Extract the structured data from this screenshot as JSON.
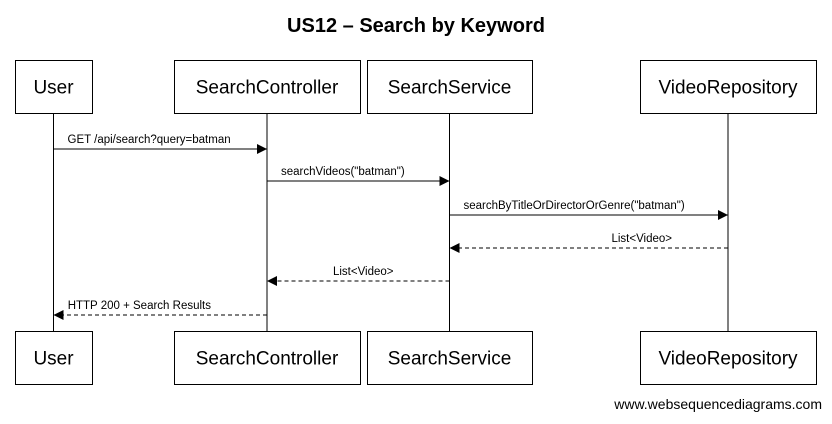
{
  "title": "US12 – Search by Keyword",
  "footer": "www.websequencediagrams.com",
  "participants": [
    {
      "id": "user",
      "label": "User"
    },
    {
      "id": "controller",
      "label": "SearchController"
    },
    {
      "id": "service",
      "label": "SearchService"
    },
    {
      "id": "repository",
      "label": "VideoRepository"
    }
  ],
  "messages": [
    {
      "from": "user",
      "to": "controller",
      "label": "GET /api/search?query=batman",
      "style": "solid"
    },
    {
      "from": "controller",
      "to": "service",
      "label": "searchVideos(\"batman\")",
      "style": "solid"
    },
    {
      "from": "service",
      "to": "repository",
      "label": "searchByTitleOrDirectorOrGenre(\"batman\")",
      "style": "solid"
    },
    {
      "from": "repository",
      "to": "service",
      "label": "List<Video>",
      "style": "dashed"
    },
    {
      "from": "service",
      "to": "controller",
      "label": "List<Video>",
      "style": "dashed"
    },
    {
      "from": "controller",
      "to": "user",
      "label": "HTTP 200 + Search Results",
      "style": "dashed"
    }
  ]
}
